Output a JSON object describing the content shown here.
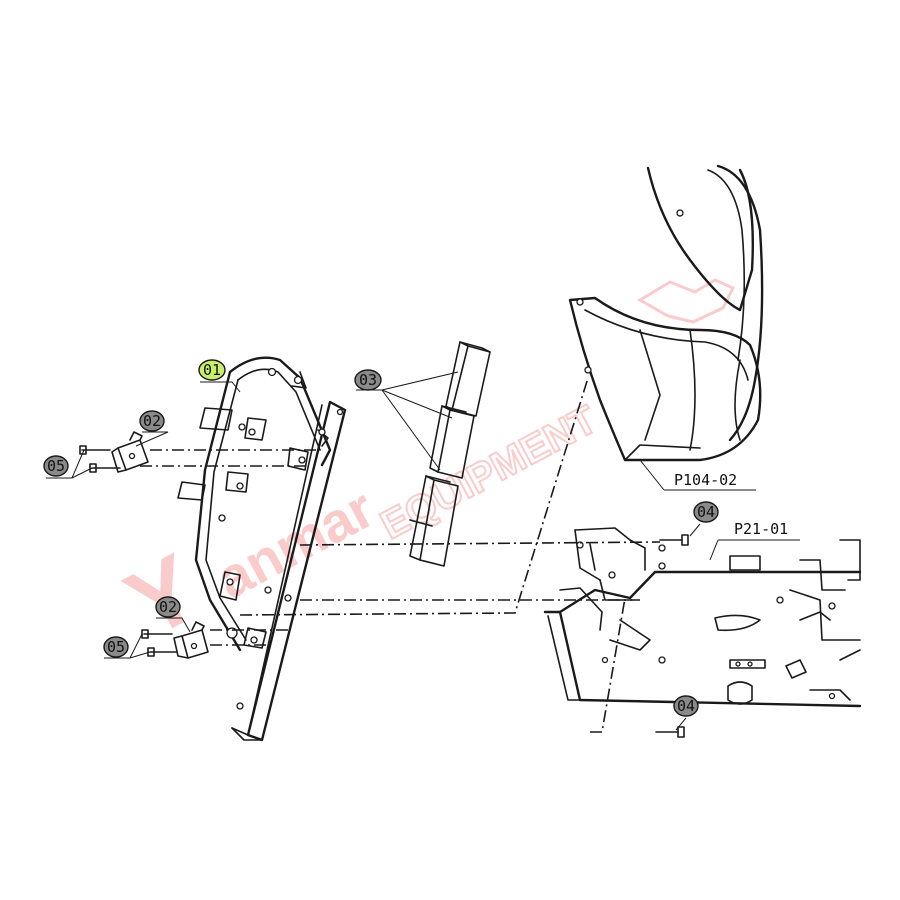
{
  "callouts": {
    "c01": "01",
    "c02a": "02",
    "c02b": "02",
    "c03": "03",
    "c04a": "04",
    "c04b": "04",
    "c05a": "05",
    "c05b": "05"
  },
  "references": {
    "p104": "P104-02",
    "p21": "P21-01"
  },
  "watermark": {
    "text": "Yanmar EQUIPMENT",
    "color": "#f4a0a0"
  },
  "colors": {
    "line": "#1a1a1a",
    "highlight": "#c8f06a",
    "callout_fill": "#8a8a8a"
  }
}
